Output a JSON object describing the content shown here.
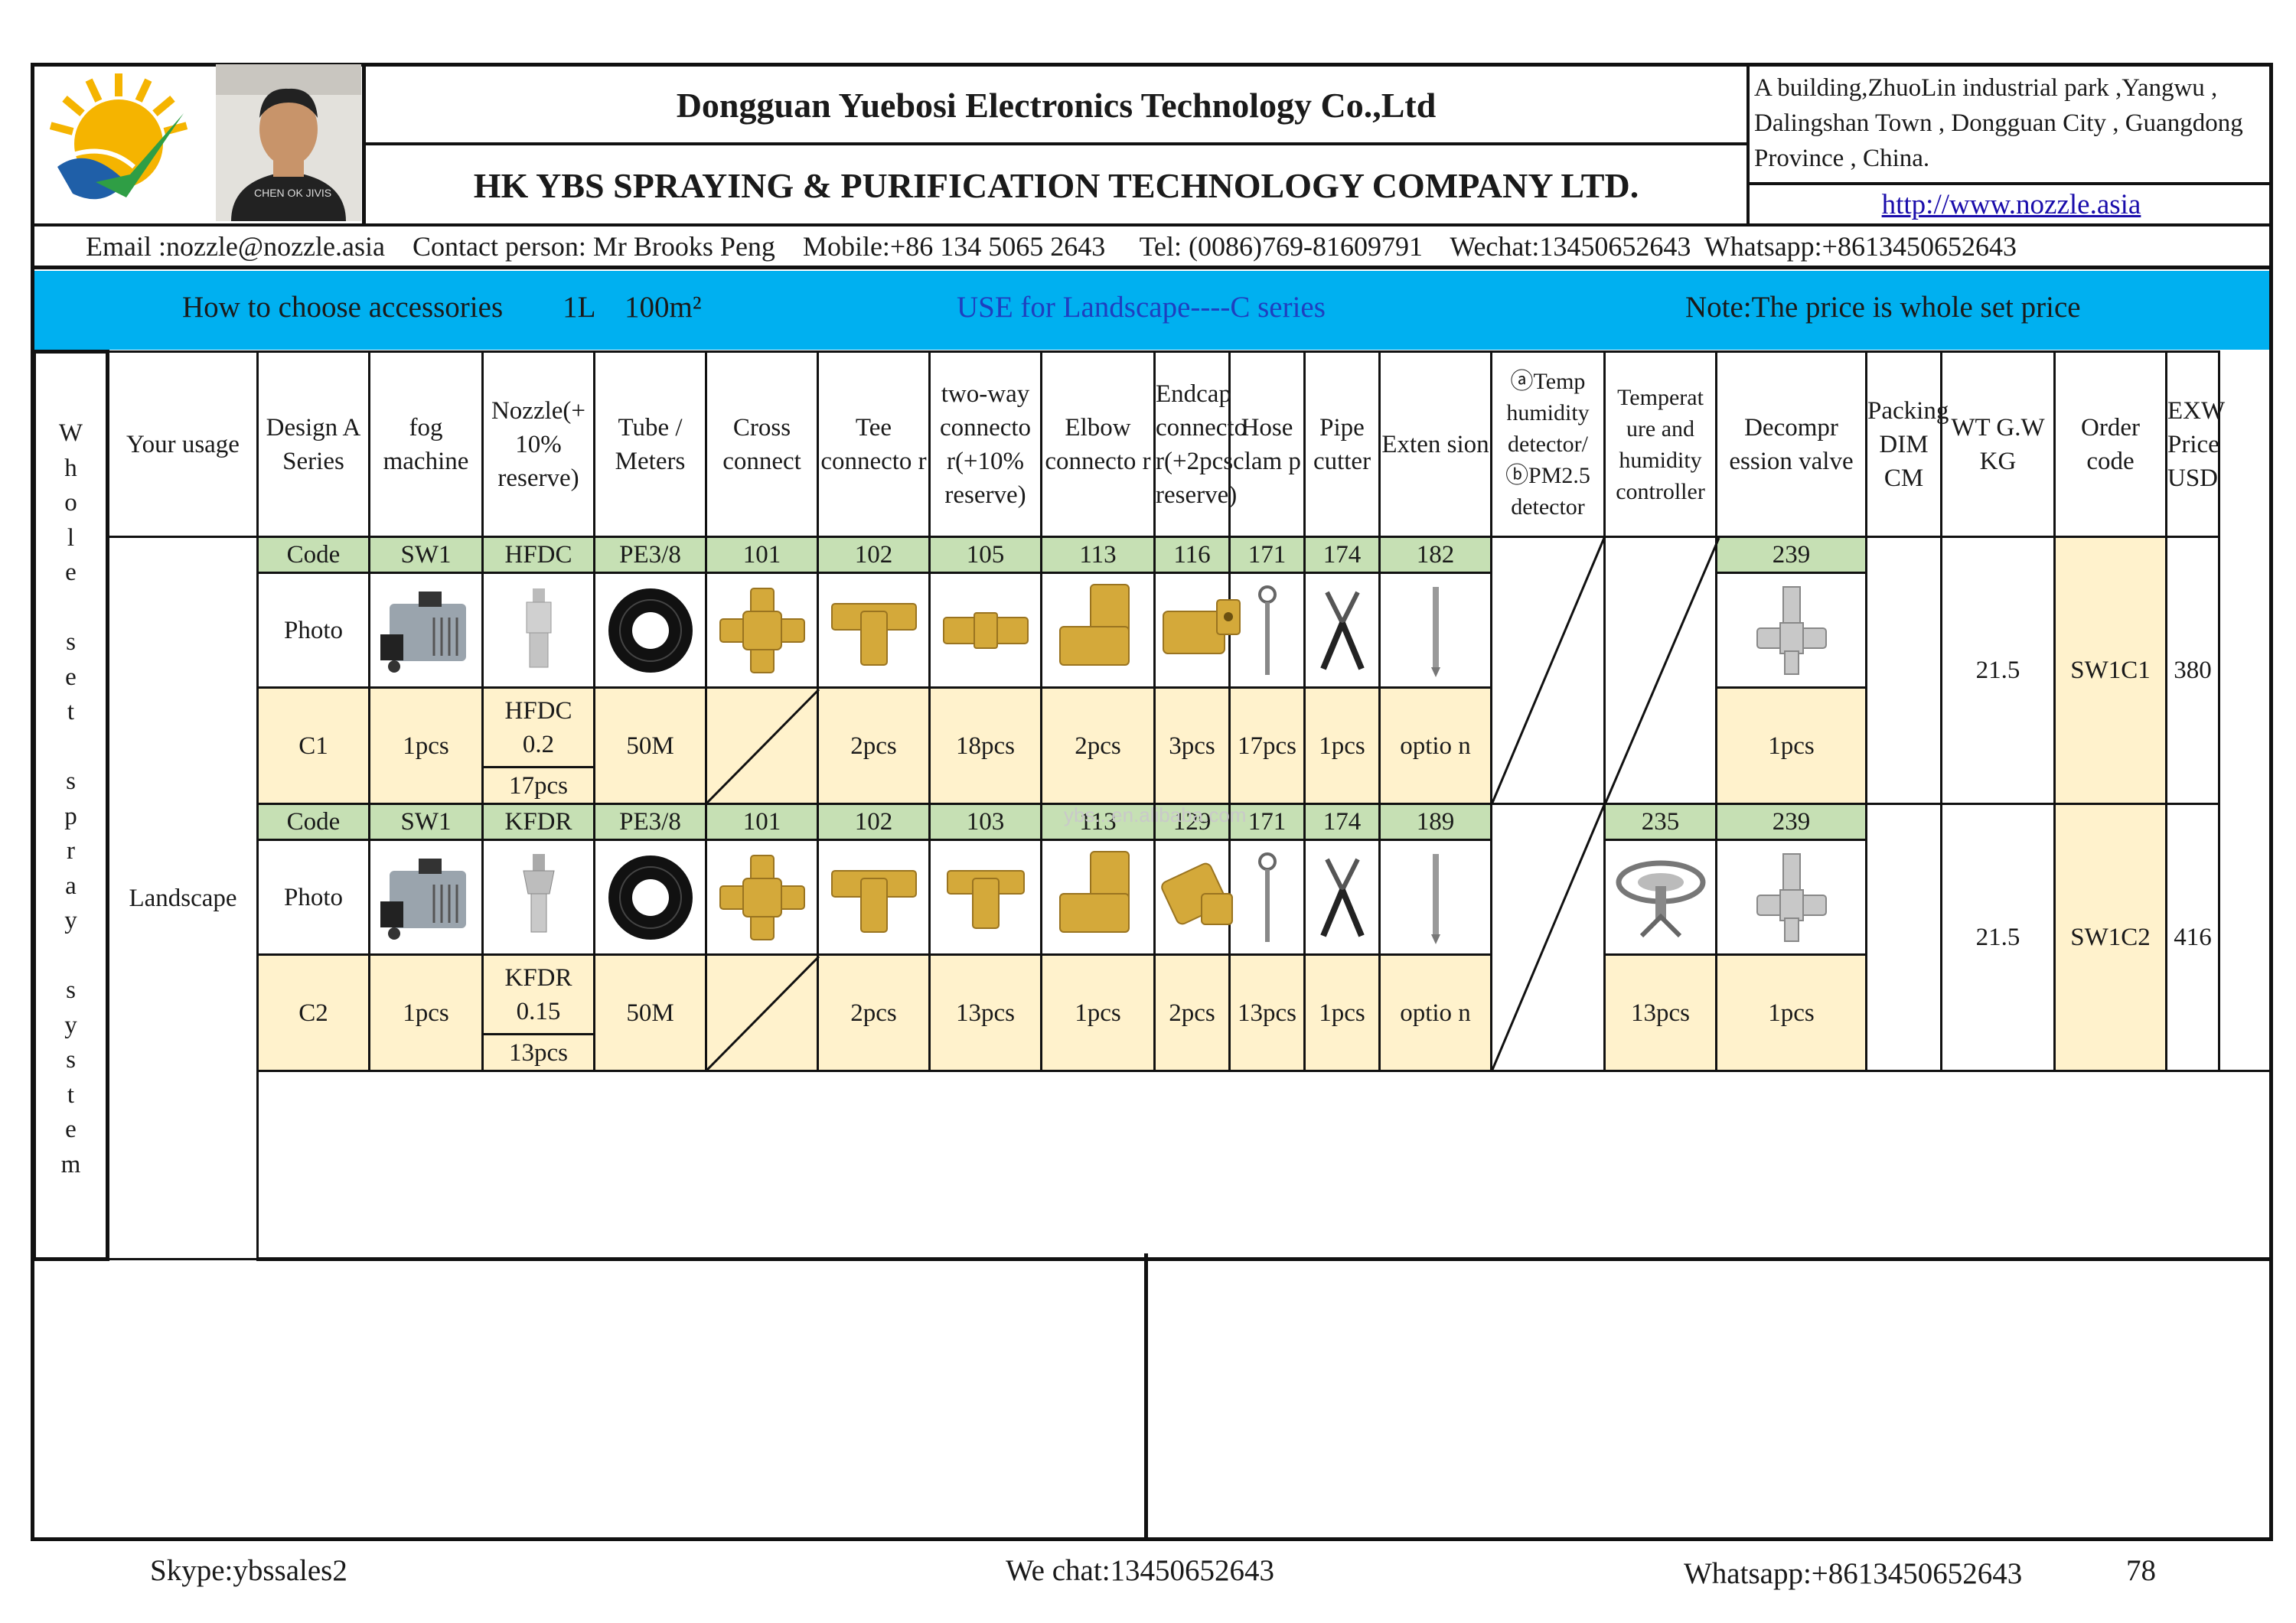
{
  "header": {
    "company_cn": "Dongguan Yuebosi Electronics Technology Co.,Ltd",
    "company_hk": "HK YBS SPRAYING & PURIFICATION TECHNOLOGY COMPANY LTD.",
    "address": " A building,ZhuoLin industrial park ,Yangwu , Dalingshan Town , Dongguan City , Guangdong Province , China.",
    "website": "http://www.nozzle.asia",
    "contact_line": "Email :nozzle@nozzle.asia    Contact person: Mr Brooks Peng    Mobile:+86 134 5065 2643     Tel: (0086)769-81609791    Wechat:13450652643  Whatsapp:+8613450652643",
    "photo_shirt_text": "CHEN  OK  JIVIS"
  },
  "banner": {
    "left": "How to choose accessories        1L    100m²",
    "middle": "USE for Landscape----C series",
    "right": "Note:The price is whole set price",
    "background": "#00b0f0",
    "middle_color": "#1f3fbf"
  },
  "table": {
    "side_label": [
      "W",
      "h",
      "o",
      "l",
      "e",
      "",
      "s",
      "e",
      "t",
      "",
      "s",
      "p",
      "r",
      "a",
      "y",
      "",
      "s",
      "y",
      "s",
      "t",
      "e",
      "m"
    ],
    "headers": {
      "usage": "Your usage",
      "design": "Design A Series",
      "fog": "fog machine",
      "nozzle": "Nozzle(+ 10% reserve)",
      "tube": "Tube / Meters",
      "cross": "Cross connect",
      "tee": "Tee connecto r",
      "twoway": "two-way connecto r(+10% reserve)",
      "elbow": "Elbow connecto r",
      "endcap": "Endcap connecto r(+2pcs reserve)",
      "hose": "Hose clam p",
      "pipe": "Pipe cutter",
      "ext": "Exten sion",
      "temp": "ⓐTemp humidity detector/ ⓑPM2.5 detector",
      "controller": "Temperat ure and humidity controller",
      "valve": "Decompr ession valve",
      "packing": "Packing DIM  CM",
      "wt": "WT G.W KG",
      "order": "Order code",
      "price": "EXW Price USD"
    },
    "usage_value": "Landscape",
    "row_labels": {
      "code": "Code",
      "photo": "Photo"
    },
    "set1": {
      "codes": {
        "fog": "SW1",
        "nozzle": "HFDC",
        "tube": "PE3/8",
        "cross": "101",
        "tee": "102",
        "twoway": "105",
        "elbow": "113",
        "endcap": "116",
        "hose": "171",
        "pipe": "174",
        "ext": "182",
        "valve": "239"
      },
      "design": "C1",
      "qty": {
        "fog": "1pcs",
        "nozzle_model": "HFDC",
        "nozzle_size": "0.2",
        "nozzle_qty": "17pcs",
        "tube": "50M",
        "tee": "2pcs",
        "twoway": "18pcs",
        "elbow": "2pcs",
        "endcap": "3pcs",
        "hose": "17pcs",
        "pipe": "1pcs",
        "ext": "optio n",
        "valve": "1pcs"
      },
      "wt": "21.5",
      "order": "SW1C1",
      "price": "380"
    },
    "set2": {
      "codes": {
        "fog": "SW1",
        "nozzle": "KFDR",
        "tube": "PE3/8",
        "cross": "101",
        "tee": "102",
        "twoway": "103",
        "elbow": "113",
        "endcap": "129",
        "hose": "171",
        "pipe": "174",
        "ext": "189",
        "controller": "235",
        "valve": "239"
      },
      "design": "C2",
      "qty": {
        "fog": "1pcs",
        "nozzle_model": "KFDR",
        "nozzle_size": "0.15",
        "nozzle_qty": "13pcs",
        "tube": "50M",
        "tee": "2pcs",
        "twoway": "13pcs",
        "elbow": "1pcs",
        "endcap": "2pcs",
        "hose": "13pcs",
        "pipe": "1pcs",
        "ext": "optio n",
        "controller": "13pcs",
        "valve": "1pcs"
      },
      "wt": "21.5",
      "order": "SW1C2",
      "price": "416"
    },
    "watermark": "ybs...en.alibaba.com"
  },
  "footer": {
    "skype": "Skype:ybssales2",
    "wechat": "We chat:13450652643",
    "whatsapp": "Whatsapp:+8613450652643",
    "page": "78"
  },
  "colors": {
    "code_fill": "#c6e0b4",
    "qty_fill": "#fff2cc",
    "brass": "#d4a93a",
    "link": "#1a0dab"
  }
}
